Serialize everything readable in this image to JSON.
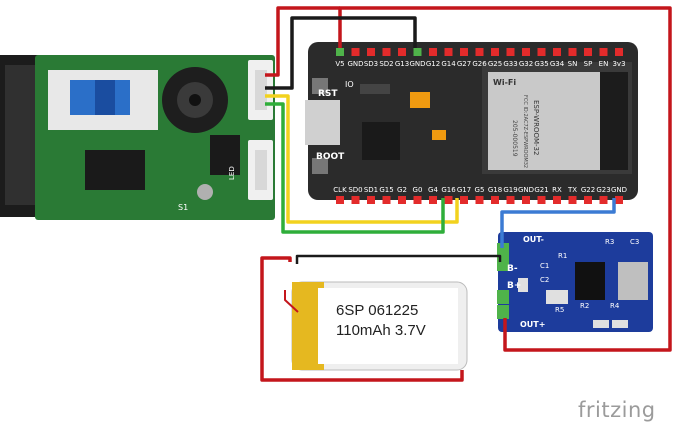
{
  "esp32": {
    "top_pins": [
      "V5",
      "GND",
      "SD3",
      "SD2",
      "G13",
      "GND",
      "G12",
      "G14",
      "G27",
      "G26",
      "G25",
      "G33",
      "G32",
      "G35",
      "G34",
      "SN",
      "SP",
      "EN",
      "3v3"
    ],
    "bottom_pins": [
      "CLK",
      "SD0",
      "SD1",
      "G15",
      "G2",
      "G0",
      "G4",
      "G16",
      "G17",
      "G5",
      "G18",
      "G19",
      "GND",
      "G21",
      "RX",
      "TX",
      "G22",
      "G23",
      "GND"
    ],
    "rst_label": "RST",
    "boot_label": "BOOT",
    "io_label": "IO",
    "module_text_1": "ESP-WROOM-32",
    "module_text_2": "FCC ID:2AC7Z-ESPWROOM32",
    "module_text_3": "205-000519",
    "wifi_label": "Wi-Fi"
  },
  "charger": {
    "out_minus": "OUT-",
    "out_plus": "OUT+",
    "b_minus": "B-",
    "b_plus": "B+",
    "parts": [
      "C3",
      "R3",
      "R1",
      "C1",
      "R2",
      "R4",
      "C2",
      "R5"
    ]
  },
  "battery": {
    "line1": "6SP 061225",
    "line2": "110mAh 3.7V"
  },
  "scanner": {
    "s1": "S1",
    "led": "LED"
  },
  "brand": "fritzing",
  "colors": {
    "wire_red": "#c4161c",
    "wire_black": "#1a1a1a",
    "wire_yellow": "#f2d21e",
    "wire_green": "#2fae3a",
    "wire_blue": "#3b7bd4",
    "board_dark": "#2b2b2b",
    "charger_blue": "#1d3c9c",
    "pin_red": "#e32b2b",
    "pin_green": "#4fb34a"
  }
}
